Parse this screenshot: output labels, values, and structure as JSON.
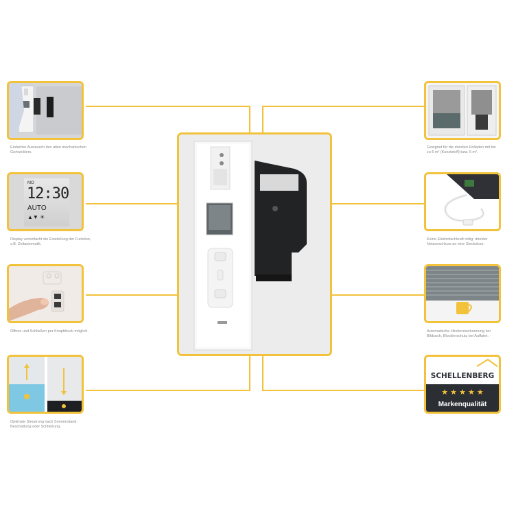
{
  "captions": {
    "left1": "Einfacher Austausch des alten mechanischen Gurtwicklers.",
    "left2": "Display vereinfacht die Einstellung der Funktion, z.B. Zeitautomatik.",
    "left3": "Öffnen und Schließen per Knopfdruck möglich.",
    "left4": "Optimale Steuerung nach Sonnenstand: Beschattung oder Schließung.",
    "right1": "Geeignet für die meisten Rolladen mit bis zu 6 m² (Kunststoff) bzw. 5 m².",
    "right2": "Keine Elektrofachkraft nötig: direkter Netzanschluss an eine Steckdose.",
    "right3": "Automatische Hinderniserkennung bei Bildsuch, Blockierschutz bei Auffahrt.",
    "right4": ""
  },
  "display": {
    "clock": "12:30",
    "mode": "AUTO",
    "tag": "MO",
    "icons": "▲▼ ☀"
  },
  "brand": {
    "name": "SCHELLENBERG",
    "stars": "★ ★ ★ ★ ★",
    "quality": "Markenqualität"
  },
  "colors": {
    "accent": "#f2c23a",
    "brand_dark": "#2b2e33"
  }
}
